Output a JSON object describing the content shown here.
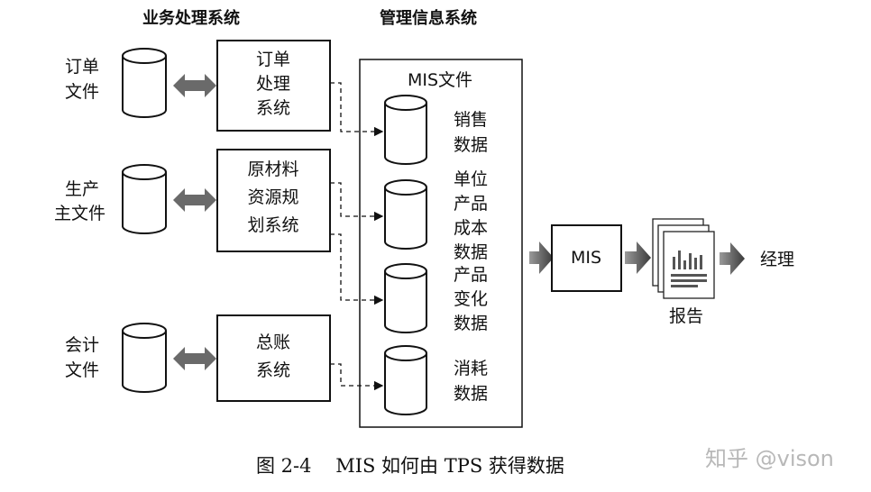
{
  "headers": {
    "tps": "业务处理系统",
    "mis": "管理信息系统"
  },
  "files": {
    "order": [
      "订单",
      "文件"
    ],
    "production": [
      "生产",
      "主文件"
    ],
    "accounting": [
      "会计",
      "文件"
    ]
  },
  "systems": {
    "order": [
      "订单",
      "处理",
      "系统"
    ],
    "mrp": [
      "原材料",
      "资源规",
      "划系统"
    ],
    "ledger": [
      "总账",
      "系统"
    ]
  },
  "mis_files": {
    "title": "MIS文件",
    "items": [
      [
        "销售",
        "数据"
      ],
      [
        "单位",
        "产品",
        "成本",
        "数据"
      ],
      [
        "产品",
        "变化",
        "数据"
      ],
      [
        "消耗",
        "数据"
      ]
    ]
  },
  "mis_box": "MIS",
  "report": "报告",
  "manager": "经理",
  "caption": "图 2-4    MIS 如何由 TPS 获得数据",
  "watermark": "知乎 @vison"
}
